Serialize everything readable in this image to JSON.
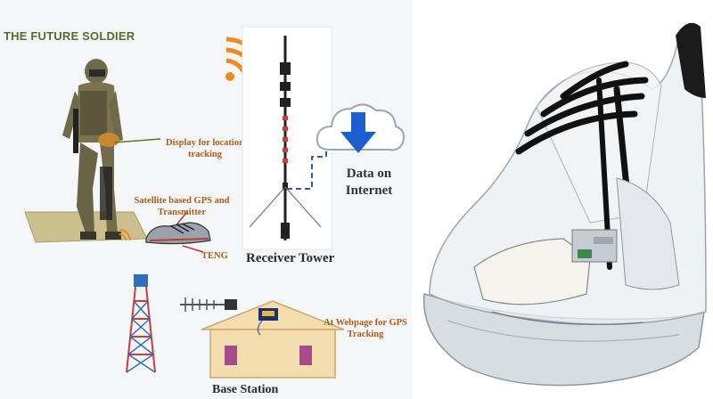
{
  "diagram": {
    "title": "THE FUTURE SOLDIER",
    "labels": {
      "display": "Display for location tracking",
      "gps": "Satellite based GPS and Transmitter",
      "teng": "TENG",
      "receiver": "Receiver Tower",
      "internet_line1": "Data on",
      "internet_line2": "Internet",
      "webpage": "At Webpage for GPS Tracking",
      "base": "Base Station"
    },
    "colors": {
      "title": "#5b6b2a",
      "label": "#b35a14",
      "dashed_link": "#2a5db0",
      "arrow": "#1a5fd0",
      "tower_red": "#d23a3a",
      "signal_orange": "#f08a1c"
    },
    "icons": [
      "soldier-figure",
      "signal-waves-icon",
      "receiver-tower-icon",
      "cloud-icon",
      "download-arrow-icon",
      "lattice-tower-icon",
      "antenna-icon",
      "base-station-building",
      "smart-shoe-illustration"
    ]
  }
}
